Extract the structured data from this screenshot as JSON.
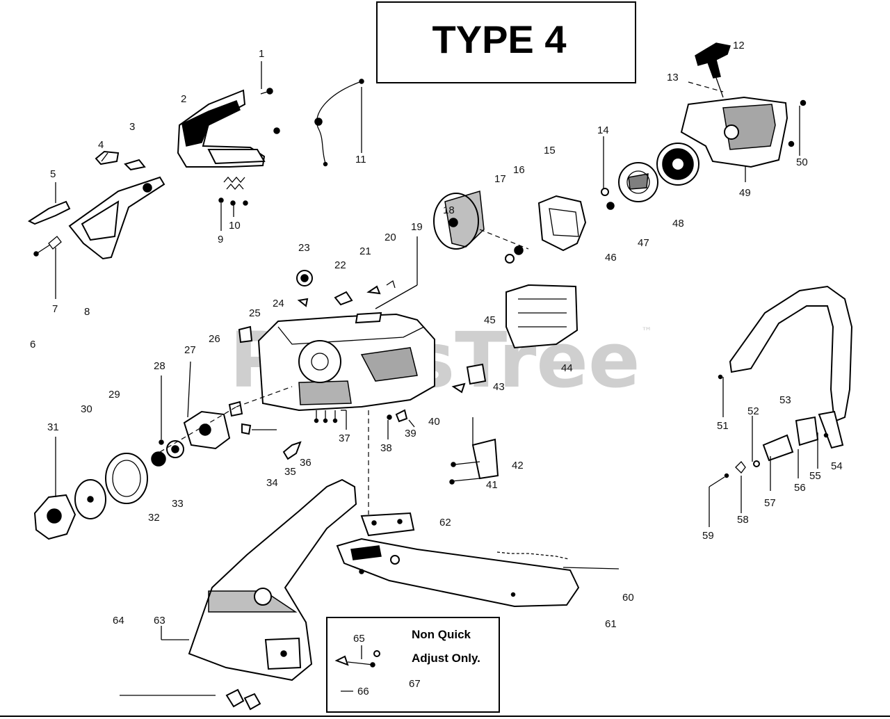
{
  "title": "TYPE 4",
  "watermark": "PartsTree",
  "watermark_tm": "™",
  "note": {
    "line1": "Non Quick",
    "line2": "Adjust Only."
  },
  "labels": {
    "l1": "1",
    "l2": "2",
    "l3": "3",
    "l4": "4",
    "l5": "5",
    "l6": "6",
    "l7": "7",
    "l8": "8",
    "l9": "9",
    "l10": "10",
    "l11": "11",
    "l12": "12",
    "l13": "13",
    "l14": "14",
    "l15": "15",
    "l16": "16",
    "l17": "17",
    "l18": "18",
    "l19": "19",
    "l20": "20",
    "l21": "21",
    "l22": "22",
    "l23": "23",
    "l24": "24",
    "l25": "25",
    "l26": "26",
    "l27": "27",
    "l28": "28",
    "l29": "29",
    "l30": "30",
    "l31": "31",
    "l32": "32",
    "l33": "33",
    "l34": "34",
    "l35": "35",
    "l36": "36",
    "l37": "37",
    "l38": "38",
    "l39": "39",
    "l40": "40",
    "l41": "41",
    "l42": "42",
    "l43": "43",
    "l44": "44",
    "l45": "45",
    "l46": "46",
    "l47": "47",
    "l48": "48",
    "l49": "49",
    "l50": "50",
    "l51": "51",
    "l52": "52",
    "l53": "53",
    "l54": "54",
    "l55": "55",
    "l56": "56",
    "l57": "57",
    "l58": "58",
    "l59": "59",
    "l60": "60",
    "l61": "61",
    "l62": "62",
    "l63": "63",
    "l64": "64",
    "l65": "65",
    "l66": "66",
    "l67": "67"
  }
}
